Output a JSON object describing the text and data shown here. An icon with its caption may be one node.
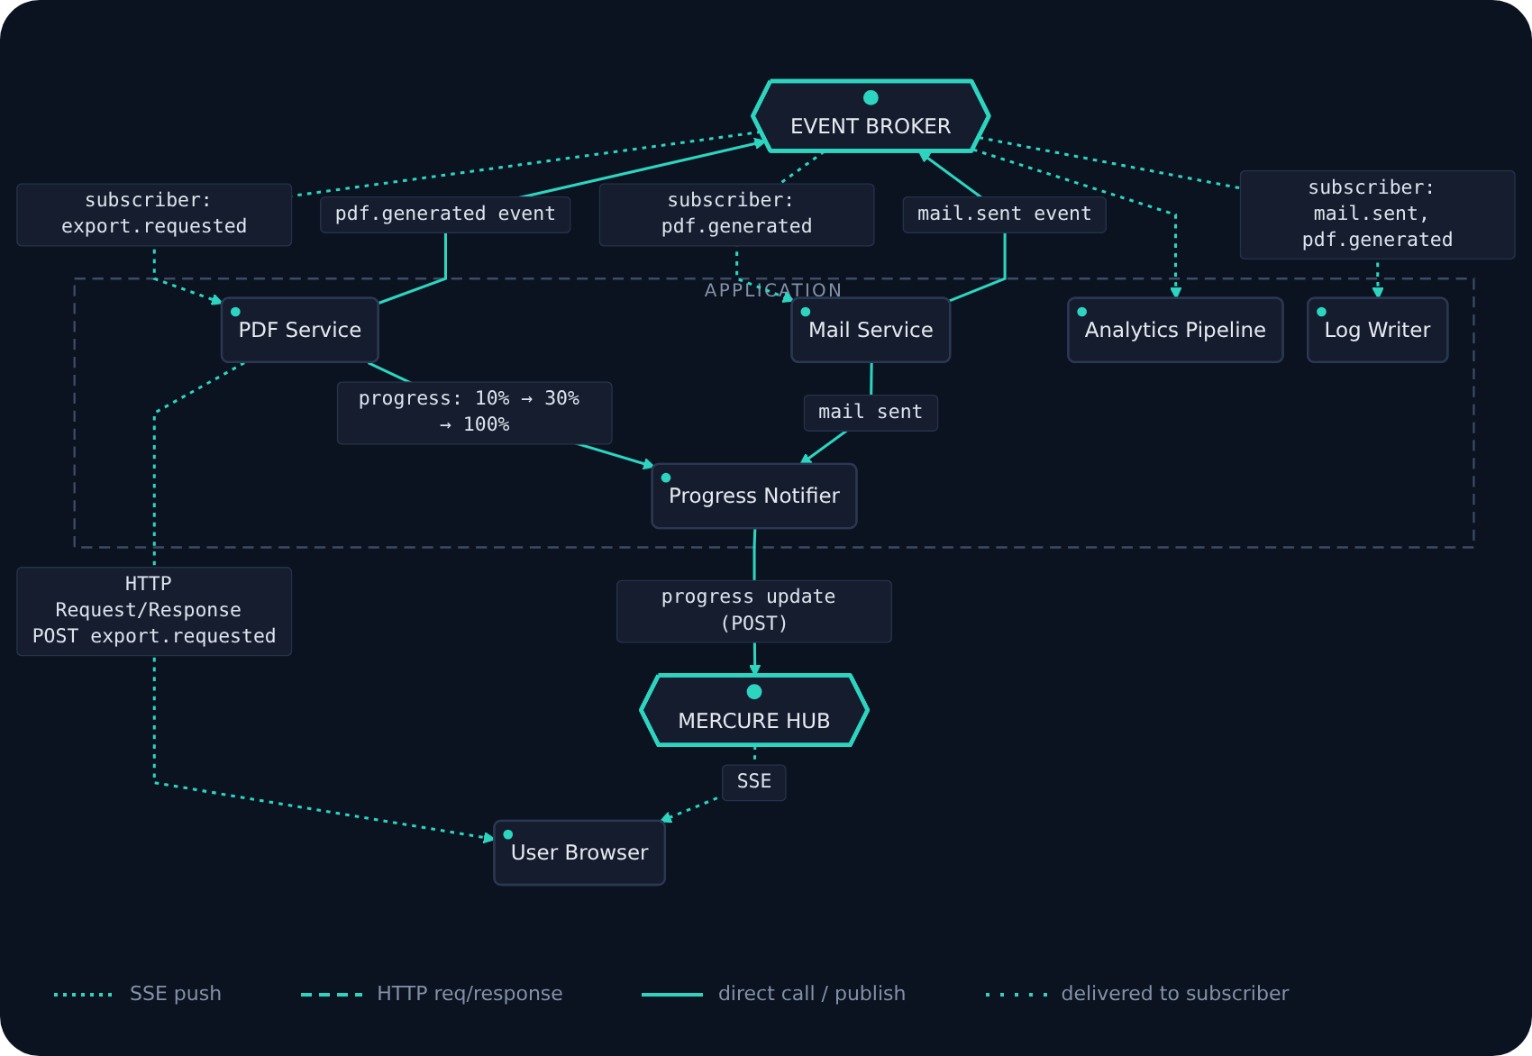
{
  "diagram": {
    "nodes": [
      {
        "text": [
          "EVENT BROKER"
        ]
      },
      {
        "text": [
          "APPLICATION"
        ]
      },
      {
        "text": [
          "User Browser"
        ]
      },
      {
        "text": [
          "PDF Service"
        ],
        "in": 1
      },
      {
        "text": [
          "Mail Service"
        ],
        "in": 1
      },
      {
        "text": [
          "Analytics Pipeline"
        ],
        "in": 1
      },
      {
        "text": [
          "Log Writer"
        ],
        "in": 1
      },
      {
        "text": [
          "MERCURE HUB"
        ]
      },
      {
        "text": [
          "Progress Notifier"
        ],
        "in": 1
      }
    ],
    "edges": [
      {
        "from": 3,
        "to": 2,
        "arrow": "to",
        "style": "dashed",
        "label": "HTTP Request/Response POST export.requested"
      },
      {
        "from": 3,
        "to": 0,
        "arrow": "to",
        "label": "pdf.generated event"
      },
      {
        "from": 4,
        "to": 0,
        "arrow": "to",
        "label": "mail.sent event"
      },
      {
        "from": 0,
        "to": 3,
        "arrow": "to",
        "style": "dashed",
        "label": "subscriber: export.requested"
      },
      {
        "from": 0,
        "to": 4,
        "arrow": "to",
        "style": "dashed",
        "label": "subscriber: pdf.generated"
      },
      {
        "from": 0,
        "to": 5,
        "arrow": "to",
        "style": "dashed"
      },
      {
        "from": 0,
        "to": 6,
        "arrow": "to",
        "style": "dashed",
        "label": "subscriber: mail.sent, pdf.generated"
      },
      {
        "from": 3,
        "to": 8,
        "arrow": "to",
        "label": "progress: 10% → 30% → 100%"
      },
      {
        "from": 4,
        "to": 8,
        "arrow": "to",
        "label": "mail sent"
      },
      {
        "from": 8,
        "to": 7,
        "arrow": "to",
        "label": "progress update (POST)"
      },
      {
        "from": 7,
        "to": 2,
        "arrow": "to",
        "style": "dashed",
        "label": "SSE"
      }
    ],
    "legend": [
      {
        "text": "SSE push"
      },
      {
        "text": "HTTP req/response"
      },
      {
        "text": "direct call / publish"
      },
      {
        "text": "delivered to subscriber"
      }
    ]
  }
}
